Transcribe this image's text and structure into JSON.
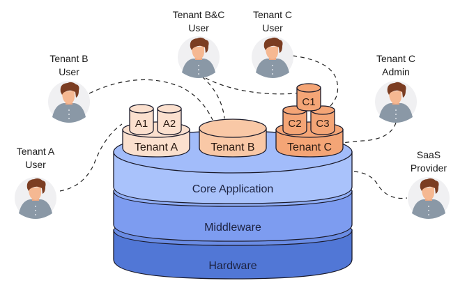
{
  "diagram": {
    "title": "Multi-tenant SaaS architecture",
    "colors": {
      "core": "#a9c2fb",
      "middleware": "#7d9cf0",
      "hardware": "#5177d6",
      "tenant_a": "#fbe0ce",
      "tenant_b": "#f9c8a6",
      "tenant_c": "#f4a576",
      "avatar_bg": "#f0f0f2",
      "hair": "#7b3d22",
      "skin": "#f5b892",
      "shirt": "#8a98a6"
    },
    "layers": [
      {
        "id": "core",
        "label": "Core Application"
      },
      {
        "id": "middleware",
        "label": "Middleware"
      },
      {
        "id": "hardware",
        "label": "Hardware"
      }
    ],
    "tenants": [
      {
        "id": "tenant_a",
        "label": "Tenant A",
        "databases": [
          "A1",
          "A2"
        ]
      },
      {
        "id": "tenant_b",
        "label": "Tenant B",
        "databases": []
      },
      {
        "id": "tenant_c",
        "label": "Tenant C",
        "databases": [
          "C1",
          "C2",
          "C3"
        ]
      }
    ],
    "users": [
      {
        "id": "tenant_a_user",
        "line1": "Tenant A",
        "line2": "User"
      },
      {
        "id": "tenant_b_user",
        "line1": "Tenant B",
        "line2": "User"
      },
      {
        "id": "tenant_bc_user",
        "line1": "Tenant B&C",
        "line2": "User"
      },
      {
        "id": "tenant_c_user",
        "line1": "Tenant C",
        "line2": "User"
      },
      {
        "id": "tenant_c_admin",
        "line1": "Tenant C",
        "line2": "Admin"
      },
      {
        "id": "saas_provider",
        "line1": "SaaS",
        "line2": "Provider"
      }
    ]
  }
}
